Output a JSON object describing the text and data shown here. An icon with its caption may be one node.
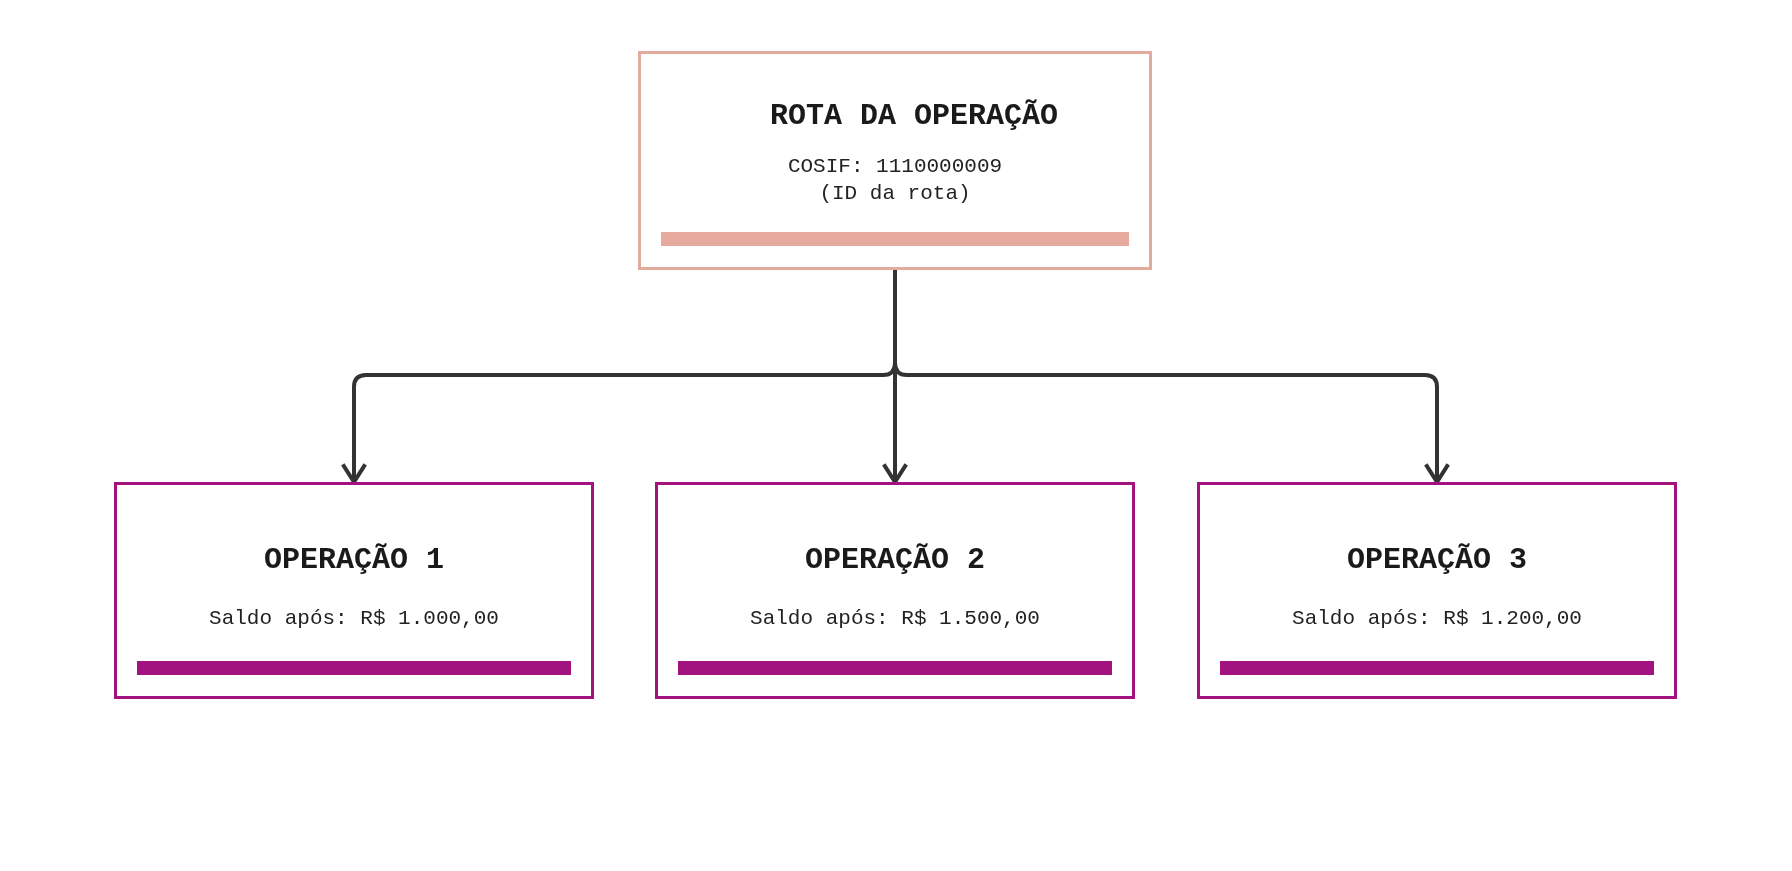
{
  "diagram": {
    "nodes": [
      {
        "text": [
          "ROTA DA OPERAÇÃO",
          "COSIF: 1110000009 (ID da rota)"
        ]
      },
      {
        "text": [
          "OPERAÇÃO 1",
          "Saldo após: R$ 1.000,00"
        ]
      },
      {
        "text": [
          "OPERAÇÃO 2",
          "Saldo após: R$ 1.500,00"
        ]
      },
      {
        "text": [
          "OPERAÇÃO 3",
          "Saldo após: R$ 1.200,00"
        ]
      }
    ],
    "edges": [
      {
        "from": 0,
        "to": 1,
        "arrow": "to"
      },
      {
        "from": 0,
        "to": 2,
        "arrow": "to"
      },
      {
        "from": 0,
        "to": 3,
        "arrow": "to"
      }
    ]
  }
}
